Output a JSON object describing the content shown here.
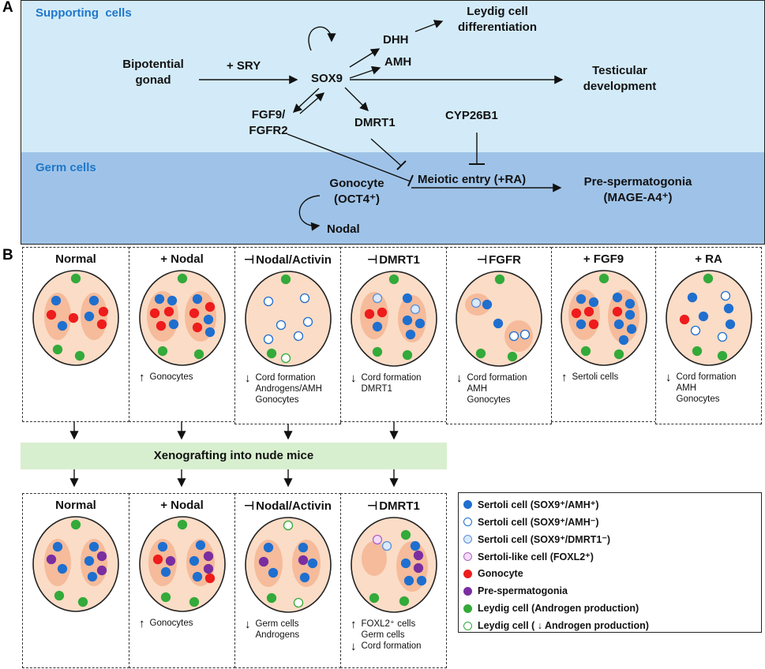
{
  "panel_a": {
    "letter": "A",
    "supporting_label": "Supporting  cells",
    "germ_label": "Germ cells",
    "nodes": {
      "bipotential": "Bipotential\ngonad",
      "sry": "+ SRY",
      "sox9": "SOX9",
      "dhh": "DHH",
      "amh": "AMH",
      "leydig_diff": "Leydig cell\ndifferentiation",
      "testicular": "Testicular\ndevelopment",
      "fgf9": "FGF9/\nFGFR2",
      "dmrt1": "DMRT1",
      "cyp26b1": "CYP26B1",
      "gonocyte": "Gonocyte\n(OCT4⁺)",
      "nodal": "Nodal",
      "meiotic": "Meiotic entry (+RA)",
      "prespermatogonia": "Pre-spermatogonia\n(MAGE-A4⁺)"
    }
  },
  "panel_b": {
    "letter": "B",
    "top_conditions": [
      {
        "title": "Normal",
        "inhibit": false,
        "notes": []
      },
      {
        "title": "+ Nodal",
        "inhibit": false,
        "notes": [
          {
            "arrow": "up",
            "text": "Gonocytes"
          }
        ]
      },
      {
        "title": "Nodal/Activin",
        "inhibit": true,
        "notes": [
          {
            "arrow": "down",
            "text": "Cord formation\nAndrogens/AMH\nGonocytes"
          }
        ]
      },
      {
        "title": "DMRT1",
        "inhibit": true,
        "notes": [
          {
            "arrow": "down",
            "text": "Cord formation\nDMRT1"
          }
        ]
      },
      {
        "title": "FGFR",
        "inhibit": true,
        "notes": [
          {
            "arrow": "down",
            "text": "Cord formation\nAMH\nGonocytes"
          }
        ]
      },
      {
        "title": "+ FGF9",
        "inhibit": false,
        "notes": [
          {
            "arrow": "up",
            "text": "Sertoli cells"
          }
        ]
      },
      {
        "title": "+ RA",
        "inhibit": false,
        "notes": [
          {
            "arrow": "down",
            "text": "Cord formation\nAMH\nGonocytes"
          }
        ]
      }
    ],
    "xenograft_label": "Xenografting into nude mice",
    "bottom_conditions": [
      {
        "title": "Normal",
        "inhibit": false,
        "notes": []
      },
      {
        "title": "+ Nodal",
        "inhibit": false,
        "notes": [
          {
            "arrow": "up",
            "text": "Gonocytes"
          }
        ]
      },
      {
        "title": "Nodal/Activin",
        "inhibit": true,
        "notes": [
          {
            "arrow": "down",
            "text": "Germ cells\nAndrogens"
          }
        ]
      },
      {
        "title": "DMRT1",
        "inhibit": true,
        "notes": [
          {
            "arrow": "up",
            "text": "FOXL2⁺ cells\nGerm cells"
          },
          {
            "arrow": "down",
            "text": "Cord formation"
          }
        ]
      }
    ],
    "legend": [
      {
        "label": "Sertoli cell (SOX9⁺/AMH⁺)",
        "fill": "#1f6fcf",
        "stroke": "#1f6fcf"
      },
      {
        "label": "Sertoli cell (SOX9⁺/AMH⁻)",
        "fill": "#ffffff",
        "stroke": "#1f6fcf"
      },
      {
        "label": "Sertoli cell (SOX9⁺/DMRT1⁻)",
        "fill": "#dbe9fb",
        "stroke": "#5b8fd6"
      },
      {
        "label": "Sertoli-like cell (FOXL2⁺)",
        "fill": "#f3dcf7",
        "stroke": "#b062c2"
      },
      {
        "label": "Gonocyte",
        "fill": "#ee1c1c",
        "stroke": "#ee1c1c"
      },
      {
        "label": "Pre-spermatogonia",
        "fill": "#7a2ea0",
        "stroke": "#7a2ea0"
      },
      {
        "label": "Leydig cell (Androgen production)",
        "fill": "#33aa3a",
        "stroke": "#33aa3a"
      },
      {
        "label": "Leydig cell ( ↓ Androgen production)",
        "fill": "#ffffff",
        "stroke": "#33aa3a"
      }
    ]
  }
}
